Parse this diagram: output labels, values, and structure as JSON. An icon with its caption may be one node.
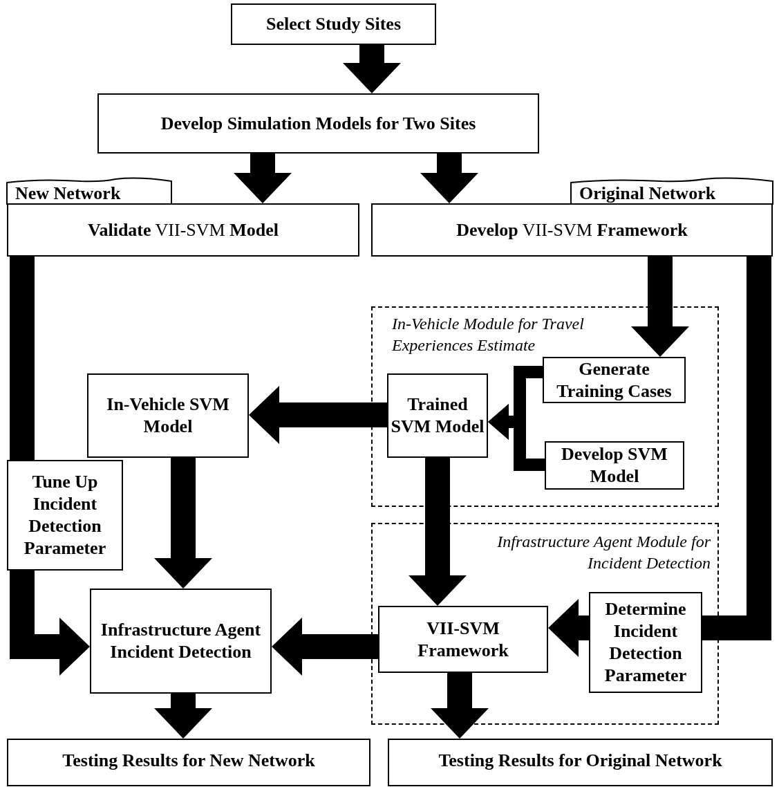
{
  "diagram": {
    "nodes": [
      {
        "text": [
          "Select Study Sites"
        ]
      },
      {
        "text": [
          "Develop Simulation Models for Two Sites"
        ]
      },
      {
        "text": [
          "New Network"
        ]
      },
      {
        "text": [
          "**Validate** VII-SVM **Model**"
        ]
      },
      {
        "text": [
          "Original Network"
        ]
      },
      {
        "text": [
          "**Develop** VII-SVM **Framework**"
        ]
      },
      {
        "text": [
          "In-Vehicle Module for Travel Experiences Estimate"
        ]
      },
      {
        "text": [
          "Generate Training Cases"
        ],
        "in": 6
      },
      {
        "text": [
          "Develop SVM Model"
        ],
        "in": 6
      },
      {
        "text": [
          "Trained SVM Model"
        ],
        "in": 6
      },
      {
        "text": [
          "In-Vehicle SVM Model"
        ]
      },
      {
        "text": [
          "Tune Up Incident Detection Parameter"
        ]
      },
      {
        "text": [
          "Infrastructure Agent Module for Incident Detection"
        ]
      },
      {
        "text": [
          "Infrastructure Agent Incident Detection"
        ]
      },
      {
        "text": [
          "VII-SVM Framework"
        ],
        "in": 12
      },
      {
        "text": [
          "Determine Incident Detection Parameter"
        ],
        "in": 12
      },
      {
        "text": [
          "Testing Results for New Network"
        ]
      },
      {
        "text": [
          "Testing Results for Original Network"
        ]
      }
    ],
    "edges": [
      {
        "from": 0,
        "to": 1,
        "arrow": "to"
      },
      {
        "from": 1,
        "to": 3,
        "arrow": "to"
      },
      {
        "from": 1,
        "to": 5,
        "arrow": "to"
      },
      {
        "from": 5,
        "to": 7,
        "arrow": "to"
      },
      {
        "from": 7,
        "to": 9,
        "arrow": "to"
      },
      {
        "from": 8,
        "to": 9,
        "arrow": "to"
      },
      {
        "from": 9,
        "to": 10,
        "arrow": "to"
      },
      {
        "from": 9,
        "to": 14,
        "arrow": "to"
      },
      {
        "from": 10,
        "to": 13,
        "arrow": "to"
      },
      {
        "from": 3,
        "to": 11,
        "arrow": "none"
      },
      {
        "from": 11,
        "to": 13,
        "arrow": "to"
      },
      {
        "from": 5,
        "to": 15,
        "arrow": "none"
      },
      {
        "from": 15,
        "to": 14,
        "arrow": "to"
      },
      {
        "from": 14,
        "to": 13,
        "arrow": "to"
      },
      {
        "from": 13,
        "to": 16,
        "arrow": "to"
      },
      {
        "from": 14,
        "to": 17,
        "arrow": "to"
      }
    ]
  }
}
